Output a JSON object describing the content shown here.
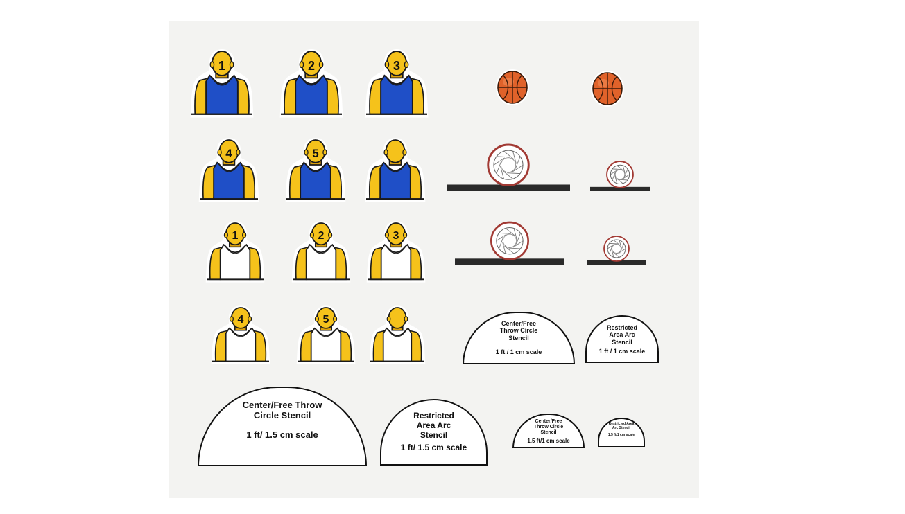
{
  "colors": {
    "board": "#f3f3f1",
    "skin": "#f5c21b",
    "skin_shadow": "#d9a00d",
    "blue_jersey": "#1f4fc7",
    "white_jersey": "#ffffff",
    "outline": "#1a1a1a",
    "ball": "#e0622a",
    "rim": "#a23a34",
    "base": "#2a2a2a"
  },
  "players": {
    "blue": [
      {
        "number": "1"
      },
      {
        "number": "2"
      },
      {
        "number": "3"
      },
      {
        "number": "4"
      },
      {
        "number": "5"
      },
      {
        "number": ""
      }
    ],
    "white": [
      {
        "number": "1"
      },
      {
        "number": "2"
      },
      {
        "number": "3"
      },
      {
        "number": "4"
      },
      {
        "number": "5"
      },
      {
        "number": ""
      }
    ]
  },
  "balls": [
    {
      "icon": "basketball-icon"
    },
    {
      "icon": "basketball-icon"
    }
  ],
  "hoops": [
    {
      "icon": "hoop-icon",
      "size": "large"
    },
    {
      "icon": "hoop-icon",
      "size": "small"
    },
    {
      "icon": "hoop-icon",
      "size": "large"
    },
    {
      "icon": "hoop-icon",
      "size": "small"
    }
  ],
  "stencils": {
    "center_1cm": {
      "title": "Center/Free Throw Circle Stencil",
      "scale": "1 ft / 1 cm scale"
    },
    "restricted_1cm": {
      "title": "Restricted Area Arc Stencil",
      "scale": "1 ft / 1 cm scale"
    },
    "center_15cm": {
      "title": "Center/Free Throw Circle Stencil",
      "scale": "1 ft/ 1.5 cm scale"
    },
    "restricted_15cm": {
      "title": "Restricted Area Arc Stencil",
      "scale": "1 ft/ 1.5 cm scale"
    },
    "center_small": {
      "title": "Center/Free Throw Circle Stencil",
      "scale": "1.5 ft/1 cm scale"
    },
    "restricted_small": {
      "title": "Restricted Area Arc Stencil",
      "scale": "1.5 ft/1 cm scale"
    }
  }
}
